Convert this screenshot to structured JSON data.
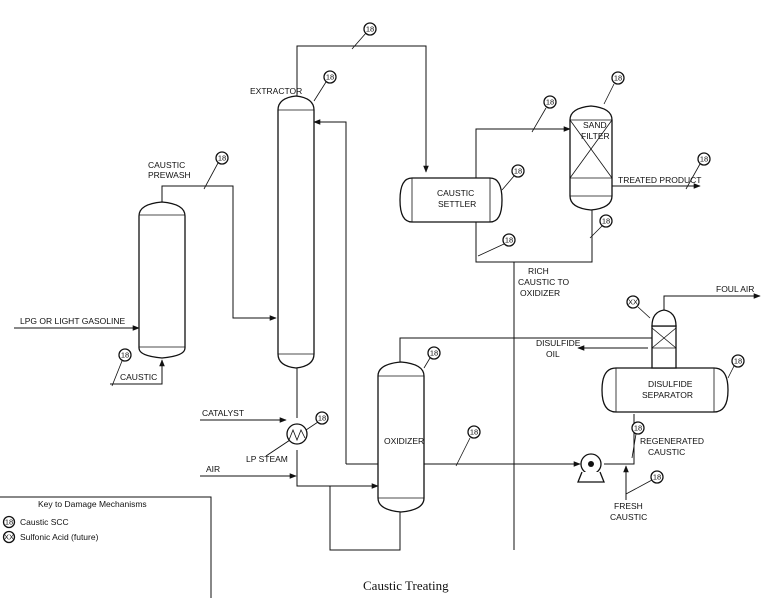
{
  "title": "Caustic Treating",
  "equipment": {
    "extractor": "EXTRACTOR",
    "caustic_prewash": [
      "CAUSTIC",
      "PREWASH"
    ],
    "caustic_settler": [
      "CAUSTIC",
      "SETTLER"
    ],
    "sand_filter": [
      "SAND",
      "FILTER"
    ],
    "oxidizer": "OXIDIZER",
    "disulfide_separator": [
      "DISULFIDE",
      "SEPARATOR"
    ]
  },
  "streams": {
    "feed": "LPG OR LIGHT GASOLINE",
    "caustic": "CAUSTIC",
    "treated_product": "TREATED PRODUCT",
    "rich_caustic": [
      "RICH",
      "CAUSTIC TO",
      "OXIDIZER"
    ],
    "foul_air": "FOUL AIR",
    "disulfide_oil": [
      "DISULFIDE",
      "OIL"
    ],
    "regenerated_caustic": [
      "REGENERATED",
      "CAUSTIC"
    ],
    "fresh_caustic": [
      "FRESH",
      "CAUSTIC"
    ],
    "catalyst": "CATALYST",
    "lp_steam": "LP STEAM",
    "air": "AIR"
  },
  "damage_tag": "18",
  "future_tag": "XX",
  "legend": {
    "title": "Key to Damage Mechanisms",
    "items": [
      {
        "symbol": "18",
        "label": "Caustic SCC"
      },
      {
        "symbol": "XX",
        "label": "Sulfonic Acid (future)"
      }
    ]
  }
}
